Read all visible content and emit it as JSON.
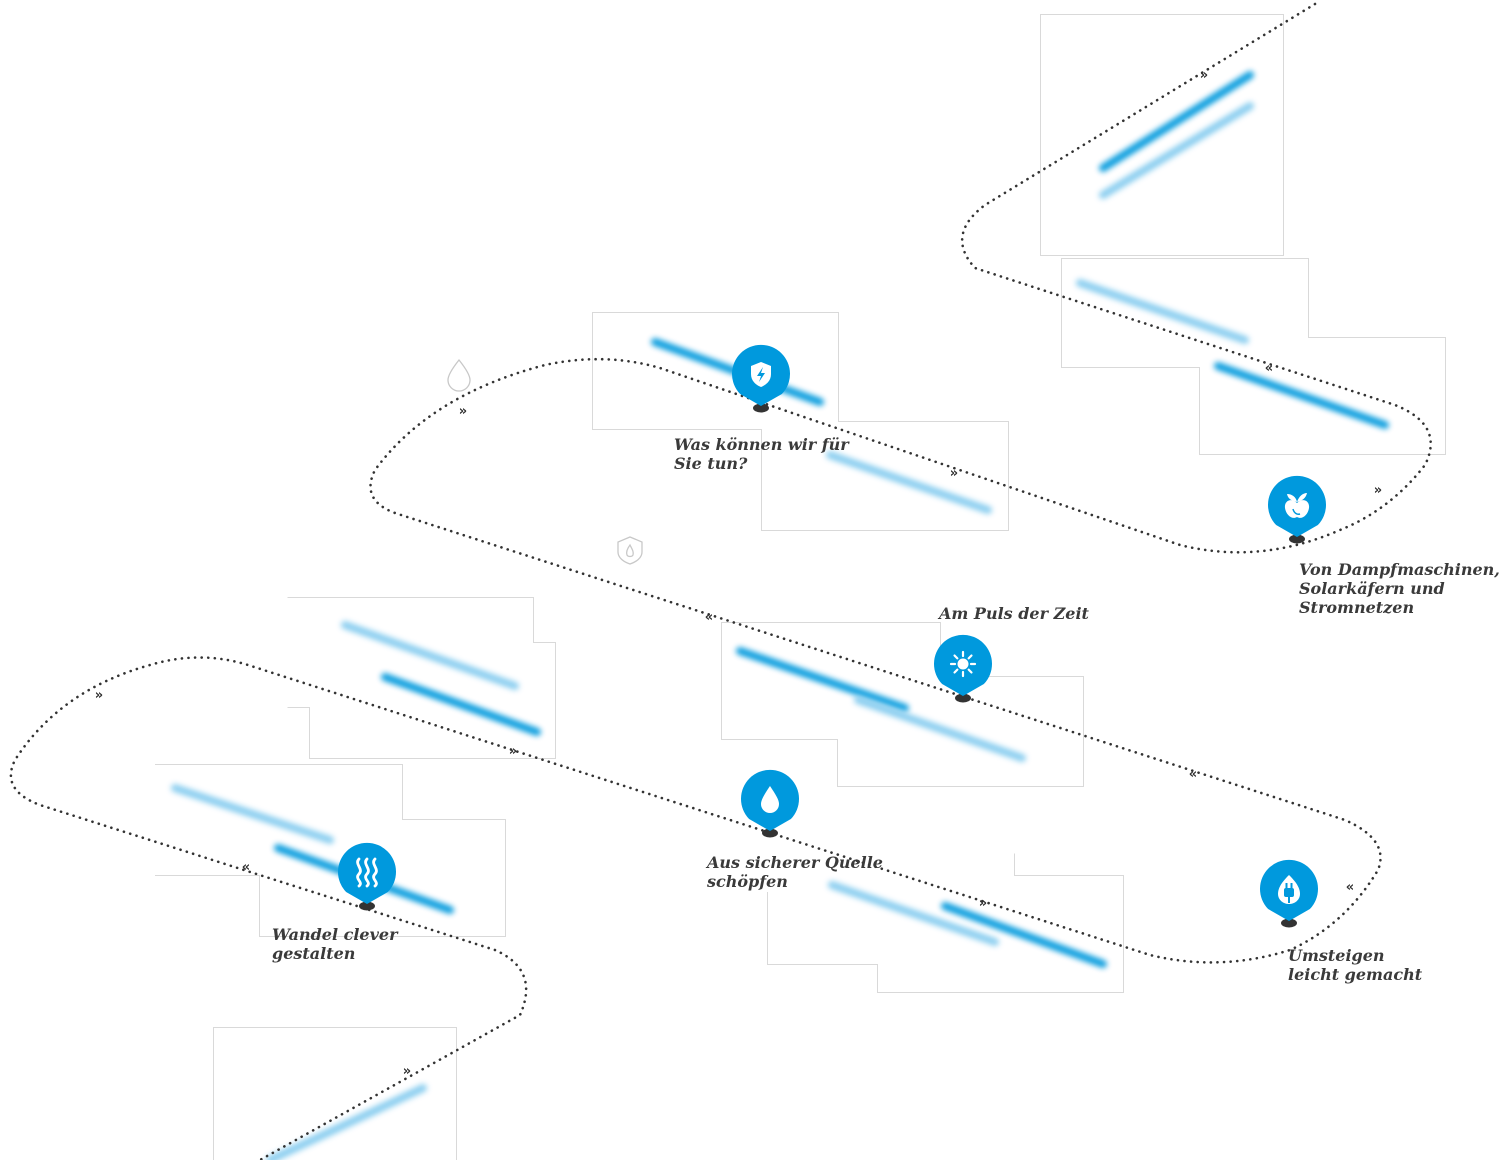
{
  "theme": {
    "accent": "#0099dd",
    "accent_light": "#7fc9ee",
    "path_color": "#333333",
    "panel_border": "#d9d9d9",
    "text_color": "#3a3a3a",
    "pin_base": "#333333"
  },
  "stations": [
    {
      "id": "security",
      "icon": "shield-lightning-icon",
      "label_lines": [
        "Was können wir für",
        "Sie tun?"
      ]
    },
    {
      "id": "biomass",
      "icon": "apple-leaf-icon",
      "label_lines": [
        "Von Dampfmaschinen,",
        "Solarkäfern und",
        "Stromnetzen"
      ]
    },
    {
      "id": "solar",
      "icon": "sun-icon",
      "label_lines": [
        "Am Puls der Zeit"
      ]
    },
    {
      "id": "water",
      "icon": "water-drop-icon",
      "label_lines": [
        "Aus sicherer Quelle",
        "schöpfen"
      ]
    },
    {
      "id": "heat",
      "icon": "heat-waves-icon",
      "label_lines": [
        "Wandel clever",
        "gestalten"
      ]
    },
    {
      "id": "plug",
      "icon": "gas-plug-icon",
      "label_lines": [
        "Umsteigen",
        "leicht gemacht"
      ]
    }
  ],
  "decor_icons": [
    "water-drop-outline-icon",
    "flame-shield-outline-icon"
  ],
  "path_arrows": [
    "»",
    "«"
  ]
}
